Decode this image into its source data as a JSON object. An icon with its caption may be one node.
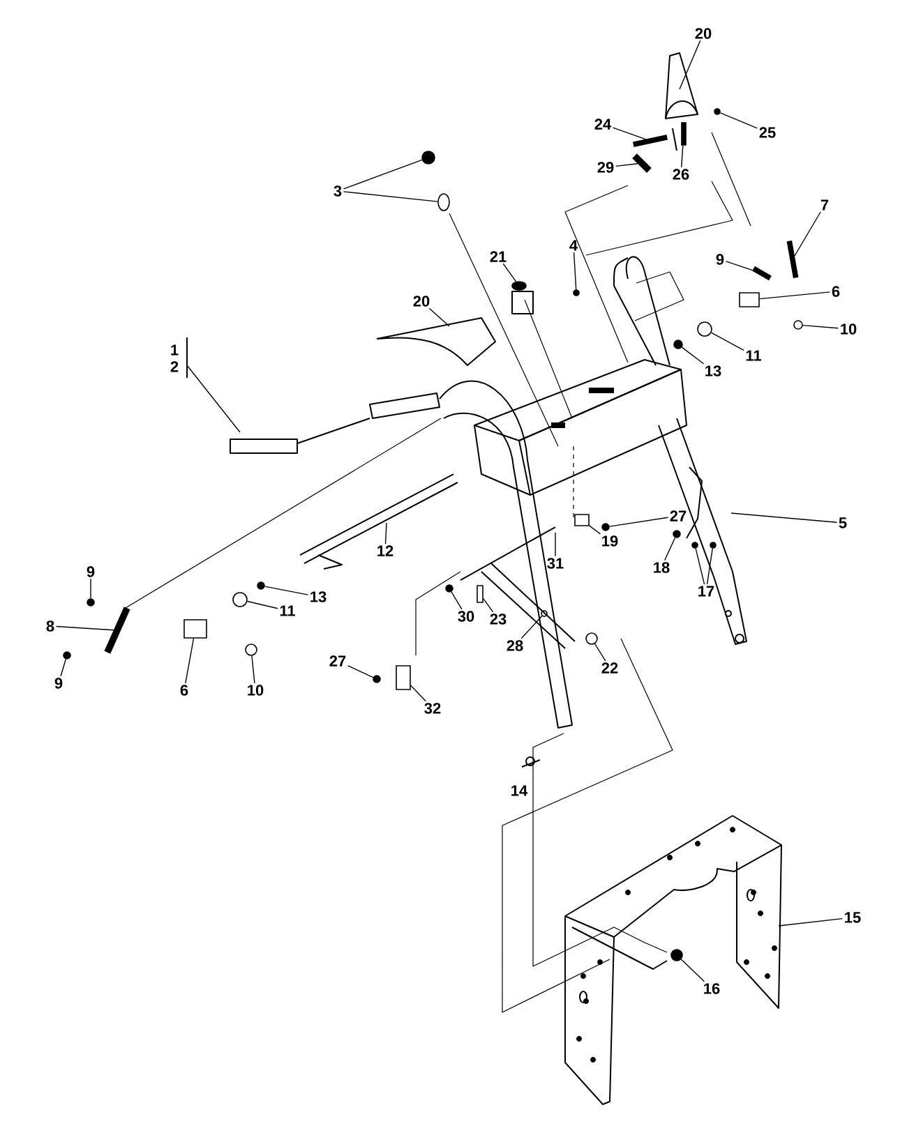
{
  "diagram": {
    "nodes": [
      {
        "text": [
          "20"
        ]
      },
      {
        "text": [
          "24"
        ]
      },
      {
        "text": [
          "25"
        ]
      },
      {
        "text": [
          "29"
        ]
      },
      {
        "text": [
          "26"
        ]
      },
      {
        "text": [
          "3"
        ]
      },
      {
        "text": [
          "7"
        ]
      },
      {
        "text": [
          "4"
        ]
      },
      {
        "text": [
          "21"
        ]
      },
      {
        "text": [
          "9"
        ]
      },
      {
        "text": [
          "6"
        ]
      },
      {
        "text": [
          "20"
        ]
      },
      {
        "text": [
          "10"
        ]
      },
      {
        "text": [
          "1",
          "2"
        ]
      },
      {
        "text": [
          "11"
        ]
      },
      {
        "text": [
          "13"
        ]
      },
      {
        "text": [
          "5"
        ]
      },
      {
        "text": [
          "27"
        ]
      },
      {
        "text": [
          "19"
        ]
      },
      {
        "text": [
          "12"
        ]
      },
      {
        "text": [
          "31"
        ]
      },
      {
        "text": [
          "18"
        ]
      },
      {
        "text": [
          "9"
        ]
      },
      {
        "text": [
          "17"
        ]
      },
      {
        "text": [
          "13"
        ]
      },
      {
        "text": [
          "11"
        ]
      },
      {
        "text": [
          "30"
        ]
      },
      {
        "text": [
          "23"
        ]
      },
      {
        "text": [
          "8"
        ]
      },
      {
        "text": [
          "28"
        ]
      },
      {
        "text": [
          "27"
        ]
      },
      {
        "text": [
          "22"
        ]
      },
      {
        "text": [
          "9"
        ]
      },
      {
        "text": [
          "6"
        ]
      },
      {
        "text": [
          "10"
        ]
      },
      {
        "text": [
          "32"
        ]
      },
      {
        "text": [
          "15"
        ]
      },
      {
        "text": [
          "16"
        ]
      },
      {
        "text": [],
        "shape": "circle"
      },
      {
        "text": [],
        "shape": "bar"
      },
      {
        "text": [],
        "shape": "bar"
      },
      {
        "text": [],
        "shape": "circle"
      },
      {
        "text": [],
        "shape": "bar"
      },
      {
        "text": [],
        "shape": "circle"
      },
      {
        "text": [],
        "shape": "bar"
      },
      {
        "text": [],
        "shape": "circle"
      },
      {
        "text": [],
        "shape": "circle"
      },
      {
        "text": [],
        "shape": "box"
      },
      {
        "text": [],
        "shape": "circle"
      },
      {
        "text": [],
        "shape": "circle"
      },
      {
        "text": [],
        "shape": "circle"
      },
      {
        "text": [],
        "shape": "box"
      },
      {
        "text": [],
        "shape": "circle"
      },
      {
        "text": [],
        "shape": "circle"
      },
      {
        "text": [],
        "shape": "circle"
      },
      {
        "text": [],
        "shape": "circle"
      },
      {
        "text": [],
        "shape": "circle"
      },
      {
        "text": [],
        "shape": "circle"
      },
      {
        "text": [],
        "shape": "box"
      },
      {
        "text": [],
        "shape": "circle"
      },
      {
        "text": [],
        "shape": "circle"
      },
      {
        "text": [],
        "shape": "circle"
      },
      {
        "text": [],
        "shape": "box"
      },
      {
        "text": [],
        "shape": "bar"
      },
      {
        "text": [],
        "shape": "circle"
      },
      {
        "text": [],
        "shape": "circle"
      },
      {
        "text": [],
        "shape": "circle"
      },
      {
        "text": [],
        "shape": "box"
      },
      {
        "text": [],
        "shape": "circle"
      },
      {
        "text": [],
        "shape": "circle"
      },
      {
        "text": [],
        "shape": "bar"
      }
    ],
    "edges": [
      {
        "from": 0,
        "to": null,
        "arrow": "none"
      },
      {
        "from": 1,
        "to": 40,
        "arrow": "none"
      },
      {
        "from": 2,
        "to": 38,
        "arrow": "none"
      },
      {
        "from": 3,
        "to": 42,
        "arrow": "none"
      },
      {
        "from": 4,
        "to": 39,
        "arrow": "none"
      },
      {
        "from": 5,
        "to": 41,
        "arrow": "none"
      },
      {
        "from": 5,
        "to": 43,
        "arrow": "none"
      },
      {
        "from": 6,
        "to": 70,
        "arrow": "none"
      },
      {
        "from": 7,
        "to": 46,
        "arrow": "none"
      },
      {
        "from": 8,
        "to": 45,
        "arrow": "none"
      },
      {
        "from": 9,
        "to": 44,
        "arrow": "none"
      },
      {
        "from": 10,
        "to": 47,
        "arrow": "none"
      },
      {
        "from": 11,
        "to": null,
        "arrow": "none"
      },
      {
        "from": 12,
        "to": 48,
        "arrow": "none"
      },
      {
        "from": 13,
        "to": null,
        "arrow": "none"
      },
      {
        "from": 14,
        "to": 49,
        "arrow": "none"
      },
      {
        "from": 15,
        "to": 50,
        "arrow": "none"
      },
      {
        "from": 16,
        "to": null,
        "arrow": "none"
      },
      {
        "from": 17,
        "to": 52,
        "arrow": "none"
      },
      {
        "from": 18,
        "to": 51,
        "arrow": "none"
      },
      {
        "from": 19,
        "to": null,
        "arrow": "none"
      },
      {
        "from": 20,
        "to": null,
        "arrow": "none"
      },
      {
        "from": 21,
        "to": 53,
        "arrow": "none"
      },
      {
        "from": 22,
        "to": 60,
        "arrow": "none"
      },
      {
        "from": 23,
        "to": 54,
        "arrow": "none"
      },
      {
        "from": 23,
        "to": 55,
        "arrow": "none"
      },
      {
        "from": 24,
        "to": 56,
        "arrow": "none"
      },
      {
        "from": 25,
        "to": 59,
        "arrow": "none"
      },
      {
        "from": 26,
        "to": 57,
        "arrow": "none"
      },
      {
        "from": 27,
        "to": 58,
        "arrow": "none"
      },
      {
        "from": 28,
        "to": 63,
        "arrow": "none"
      },
      {
        "from": 29,
        "to": 61,
        "arrow": "none"
      },
      {
        "from": 30,
        "to": 68,
        "arrow": "none"
      },
      {
        "from": 31,
        "to": 64,
        "arrow": "none"
      },
      {
        "from": 32,
        "to": 66,
        "arrow": "none"
      },
      {
        "from": 33,
        "to": 62,
        "arrow": "none"
      },
      {
        "from": 34,
        "to": 65,
        "arrow": "none"
      },
      {
        "from": 35,
        "to": 67,
        "arrow": "none"
      },
      {
        "from": 36,
        "to": null,
        "arrow": "none"
      },
      {
        "from": 37,
        "to": 69,
        "arrow": "none"
      }
    ],
    "labels": [
      "14"
    ]
  }
}
